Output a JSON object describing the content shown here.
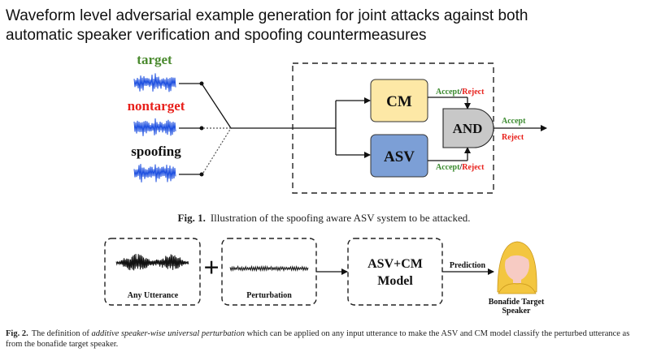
{
  "page_title": {
    "line1": "Waveform level adversarial example generation for joint attacks against both",
    "line2": "automatic speaker verification and spoofing countermeasures"
  },
  "fig1": {
    "inputs": [
      {
        "label": "target",
        "color": "#4a8a2e"
      },
      {
        "label": "nontarget",
        "color": "#e8211c"
      },
      {
        "label": "spoofing",
        "color": "#111111"
      }
    ],
    "cm_label": "CM",
    "asv_label": "ASV",
    "and_label": "AND",
    "cm_decision": {
      "accept": "Accept",
      "sep": "/",
      "reject": "Reject"
    },
    "asv_decision": {
      "accept": "Accept",
      "sep": "/",
      "reject": "Reject"
    },
    "output_accept": "Accept",
    "output_reject": "Reject",
    "caption_label": "Fig. 1.",
    "caption_text": "Illustration of the spoofing aware ASV system to be attacked."
  },
  "fig2": {
    "utterance_label": "Any Utterance",
    "plus": "+",
    "perturbation_label": "Perturbation",
    "model_line1": "ASV+CM",
    "model_line2": "Model",
    "prediction_label": "Prediction",
    "target_line1": "Bonafide Target",
    "target_line2": "Speaker",
    "caption_label": "Fig. 2.",
    "caption_pre": "The definition of ",
    "caption_em": "additive speaker-wise universal perturbation",
    "caption_post": " which can be applied on any input utterance to make the ASV and CM model classify the perturbed utterance as from the bonafide target speaker."
  },
  "colors": {
    "cm_fill": "#fde8a6",
    "asv_fill": "#7c9fd6",
    "and_fill": "#c8c8c8",
    "wave": "#1d4fe0",
    "accept": "#3a8a2e",
    "reject": "#e8211c",
    "avatar_hair": "#f3c640",
    "avatar_skin": "#f7cbc3"
  }
}
